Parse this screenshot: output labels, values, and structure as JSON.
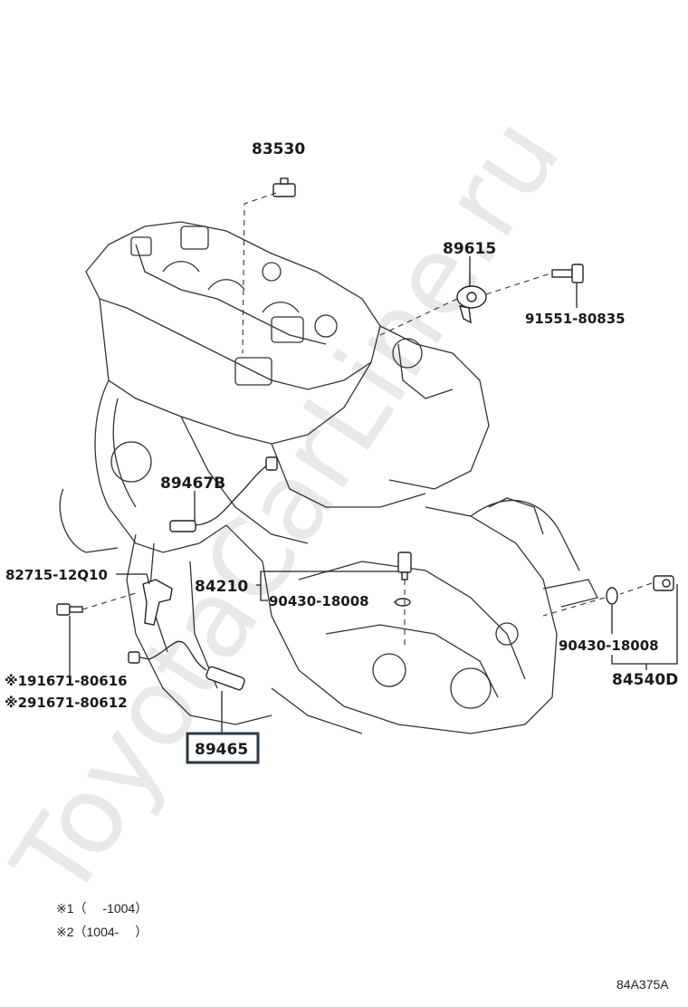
{
  "watermark": "ToyotaCarLine.ru",
  "labels": {
    "p83530": "83530",
    "p89615": "89615",
    "p91551": "91551-80835",
    "p89467b": "89467B",
    "p82715": "82715-12Q10",
    "p84210": "84210",
    "p90430a": "90430-18008",
    "p90430b": "90430-18008",
    "p84540d": "84540D",
    "p91671a": "※191671-80616",
    "p91671b": "※291671-80612",
    "p89465": "89465"
  },
  "notes": {
    "n1": "※1（　 -1004）",
    "n2": "※2（1004-　 ）"
  },
  "code": "84A375A",
  "colors": {
    "highlight_box": "#2b3a44"
  }
}
